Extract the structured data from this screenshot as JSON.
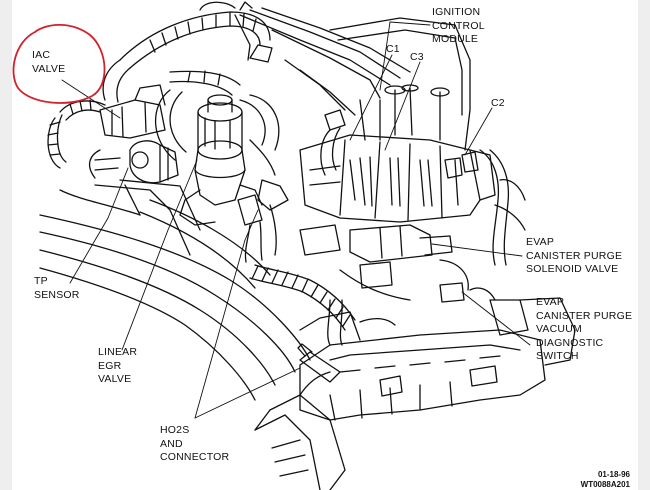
{
  "labels": {
    "iac_valve": [
      "IAC",
      "VALVE"
    ],
    "ignition_control_module": [
      "IGNITION",
      "CONTROL",
      "MODULE"
    ],
    "c1": "C1",
    "c2": "C2",
    "c3": "C3",
    "tp_sensor": [
      "TP",
      "SENSOR"
    ],
    "linear_egr_valve": [
      "LINEAR",
      "EGR",
      "VALVE"
    ],
    "ho2s_connector": [
      "HO2S",
      "AND",
      "CONNECTOR"
    ],
    "evap_purge_solenoid": [
      "EVAP",
      "CANISTER PURGE",
      "SOLENOID VALVE"
    ],
    "evap_purge_switch": [
      "EVAP",
      "CANISTER PURGE",
      "VACUUM",
      "DIAGNOSTIC",
      "SWITCH"
    ]
  },
  "footer": {
    "date": "01-18-96",
    "figure_code": "WT0088A201"
  },
  "colors": {
    "ink": "#111111",
    "annotation": "#d4202a",
    "background": "#ffffff"
  }
}
